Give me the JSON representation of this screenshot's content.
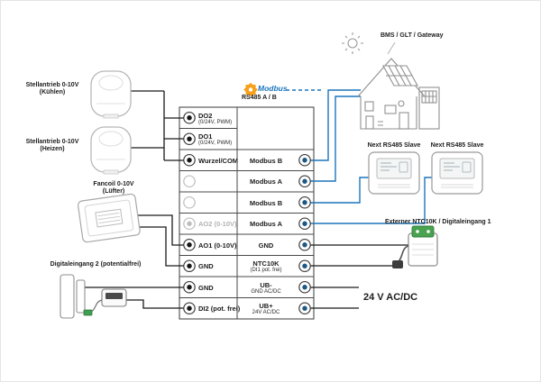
{
  "top": {
    "bms_gateway_label": "BMS / GLT / Gateway",
    "modbus_logo_text": "Modbus",
    "rs485_label": "RS485 A / B"
  },
  "left_devices": {
    "actuator_cooling": {
      "label": "Stellantrieb 0-10V",
      "sub": "(Kühlen)"
    },
    "actuator_heating": {
      "label": "Stellantrieb 0-10V",
      "sub": "(Heizen)"
    },
    "fancoil": {
      "label": "Fancoil 0-10V",
      "sub": "(Lüfter)"
    },
    "digital_input2": {
      "label": "Digitaleingang 2 (potentialfrei)"
    }
  },
  "terminals": {
    "left": [
      {
        "label": "DO2",
        "sub": "(0/24V, PWM)"
      },
      {
        "label": "DO1",
        "sub": "(0/24V, PWM)"
      },
      {
        "label": "Wurzel/COM",
        "sub": ""
      },
      {
        "label": "",
        "sub": ""
      },
      {
        "label": "",
        "sub": ""
      },
      {
        "label": "AO2 (0-10V)",
        "sub": "",
        "state": "disabled"
      },
      {
        "label": "AO1 (0-10V)",
        "sub": ""
      },
      {
        "label": "GND",
        "sub": ""
      },
      {
        "label": "GND",
        "sub": ""
      },
      {
        "label": "DI2 (pot. frei)",
        "sub": ""
      }
    ],
    "right": [
      {
        "label": "Modbus B",
        "sub": ""
      },
      {
        "label": "Modbus A",
        "sub": ""
      },
      {
        "label": "Modbus B",
        "sub": ""
      },
      {
        "label": "Modbus A",
        "sub": ""
      },
      {
        "label": "GND",
        "sub": ""
      },
      {
        "label": "NTC10K",
        "sub": "(DI1 pot. frei)"
      },
      {
        "label": "UB-",
        "sub": "GND AC/DC"
      },
      {
        "label": "UB+",
        "sub": "24V AC/DC"
      }
    ]
  },
  "right_devices": {
    "slave1_label": "Next RS485 Slave",
    "slave2_label": "Next RS485 Slave",
    "ntc_label": "Externer NTC10K / Digitaleingang 1",
    "power_label": "24 V AC/DC"
  },
  "colors": {
    "modbus_blue": "#1b75bc",
    "wire_black": "#1a1a1a",
    "modbus_orange": "#f7a01b",
    "terminal_dot_blue": "#1a5985",
    "disabled_gray": "#b3b3b3"
  }
}
